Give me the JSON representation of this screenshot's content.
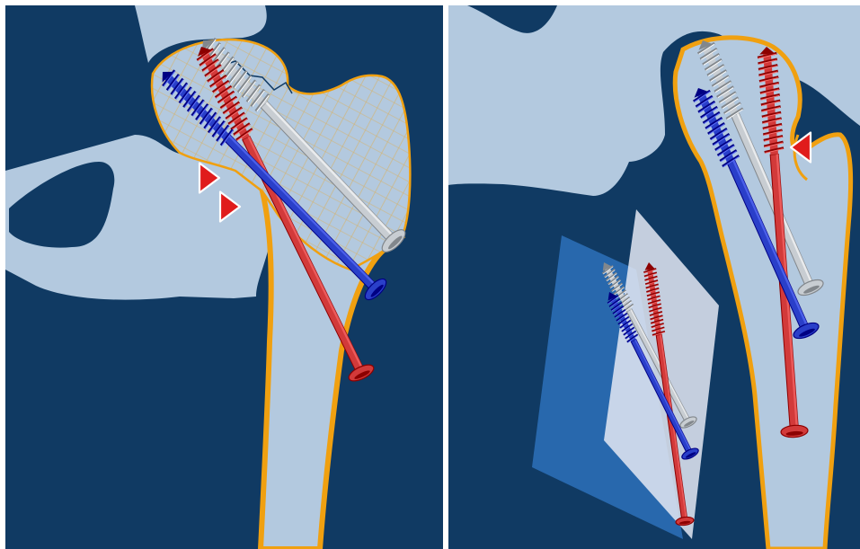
{
  "figure": {
    "panels": [
      {
        "id": "left",
        "view": "ap-view",
        "screws": [
          {
            "color_name": "silver",
            "color": "#c8cdd2"
          },
          {
            "color_name": "red",
            "color": "#d23a3a"
          },
          {
            "color_name": "blue",
            "color": "#2a3fc9"
          }
        ],
        "markers": 2
      },
      {
        "id": "right",
        "view": "lateral-view",
        "screws": [
          {
            "color_name": "silver",
            "color": "#c8cdd2"
          },
          {
            "color_name": "red",
            "color": "#d23a3a"
          },
          {
            "color_name": "blue",
            "color": "#2a3fc9"
          }
        ],
        "markers": 1,
        "inset": "plane-inset"
      }
    ]
  },
  "colors": {
    "background": "#103a63",
    "bone": "#b3c9df",
    "cortex": "#f0a010",
    "marker": "#e01c1c",
    "plane_dark": "#2a6db3",
    "plane_light": "#e4e9f3",
    "divider": "#ffffff"
  }
}
